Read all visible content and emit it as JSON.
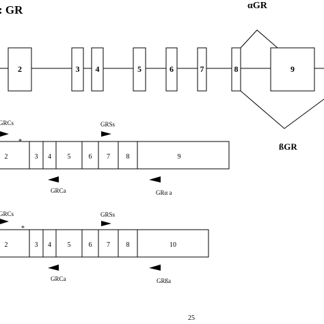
{
  "title": ": GR",
  "isoforms": {
    "alpha": "αGR",
    "beta": "ßGR"
  },
  "gene": {
    "exons": [
      "2",
      "3",
      "4",
      "5",
      "6",
      "7",
      "8",
      "9"
    ]
  },
  "transcript_alpha": {
    "exons": [
      "2",
      "3",
      "4",
      "5",
      "6",
      "7",
      "8",
      "9"
    ],
    "primers": {
      "forward1": "GRCs",
      "marker": "*",
      "forward2": "GRSs",
      "reverse1": "GRCa",
      "reverse2": "GRα a"
    }
  },
  "transcript_beta": {
    "exons": [
      "2",
      "3",
      "4",
      "5",
      "6",
      "7",
      "8",
      "10"
    ],
    "primers": {
      "forward1": "GRCs",
      "marker": "*",
      "forward2": "GRSs",
      "reverse1": "GRCa",
      "reverse2": "GRßa"
    }
  },
  "page_number": "25"
}
